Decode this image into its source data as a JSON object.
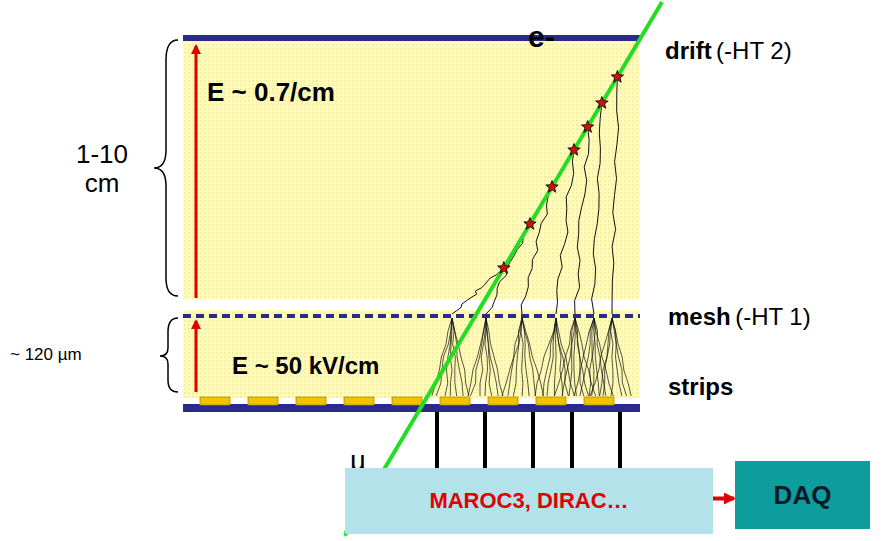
{
  "diagram": {
    "nodes": [
      {
        "text": [
          "MAROC3, DIRAC…"
        ]
      },
      {
        "text": [
          "DAQ"
        ]
      }
    ],
    "edges": [
      {
        "from": 0,
        "to": 1,
        "arrow": "to"
      }
    ],
    "labels": [
      "E ~ 0.7/cm",
      "1-10 cm",
      "e-",
      "drift",
      "(-HT 2)",
      "mesh",
      "(-HT 1)",
      "~ 120 µm",
      "E ~ 50 kV/cm",
      "strips",
      "µ"
    ]
  }
}
